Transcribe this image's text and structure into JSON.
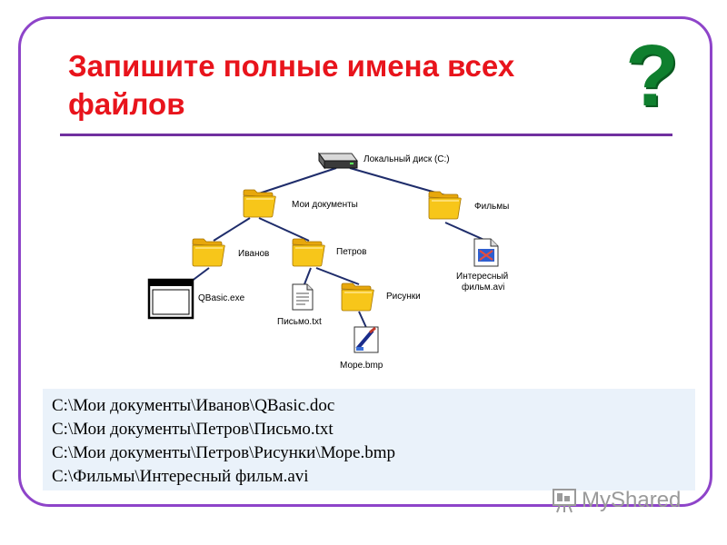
{
  "title": "Запишите полные имена всех файлов",
  "question_mark": "?",
  "tree": {
    "drive_label": "Локальный диск (C:)",
    "folder_my_docs": "Мои документы",
    "folder_films": "Фильмы",
    "folder_ivanov": "Иванов",
    "folder_petrov": "Петров",
    "folder_pictures": "Рисунки",
    "file_qbasic": "QBasic.exe",
    "file_letter": "Письмо.txt",
    "file_sea": "Море.bmp",
    "file_movie_line1": "Интересный",
    "file_movie_line2": "фильм.avi"
  },
  "answers": [
    "С:\\Мои документы\\Иванов\\QBasic.doc",
    "С:\\Мои документы\\Петров\\Письмо.txt",
    "С:\\Мои документы\\Петров\\Рисунки\\Море.bmp",
    "С:\\Фильмы\\Интересный фильм.avi"
  ],
  "watermark": "MyShared",
  "colors": {
    "title": "#e8141c",
    "frame": "#8e44c9",
    "divider": "#7030a0",
    "question_mark": "#0f7f2e",
    "answers_bg": "#eaf2fa",
    "tree_lines": "#1f2d6b",
    "folder": "#f7c61a"
  }
}
